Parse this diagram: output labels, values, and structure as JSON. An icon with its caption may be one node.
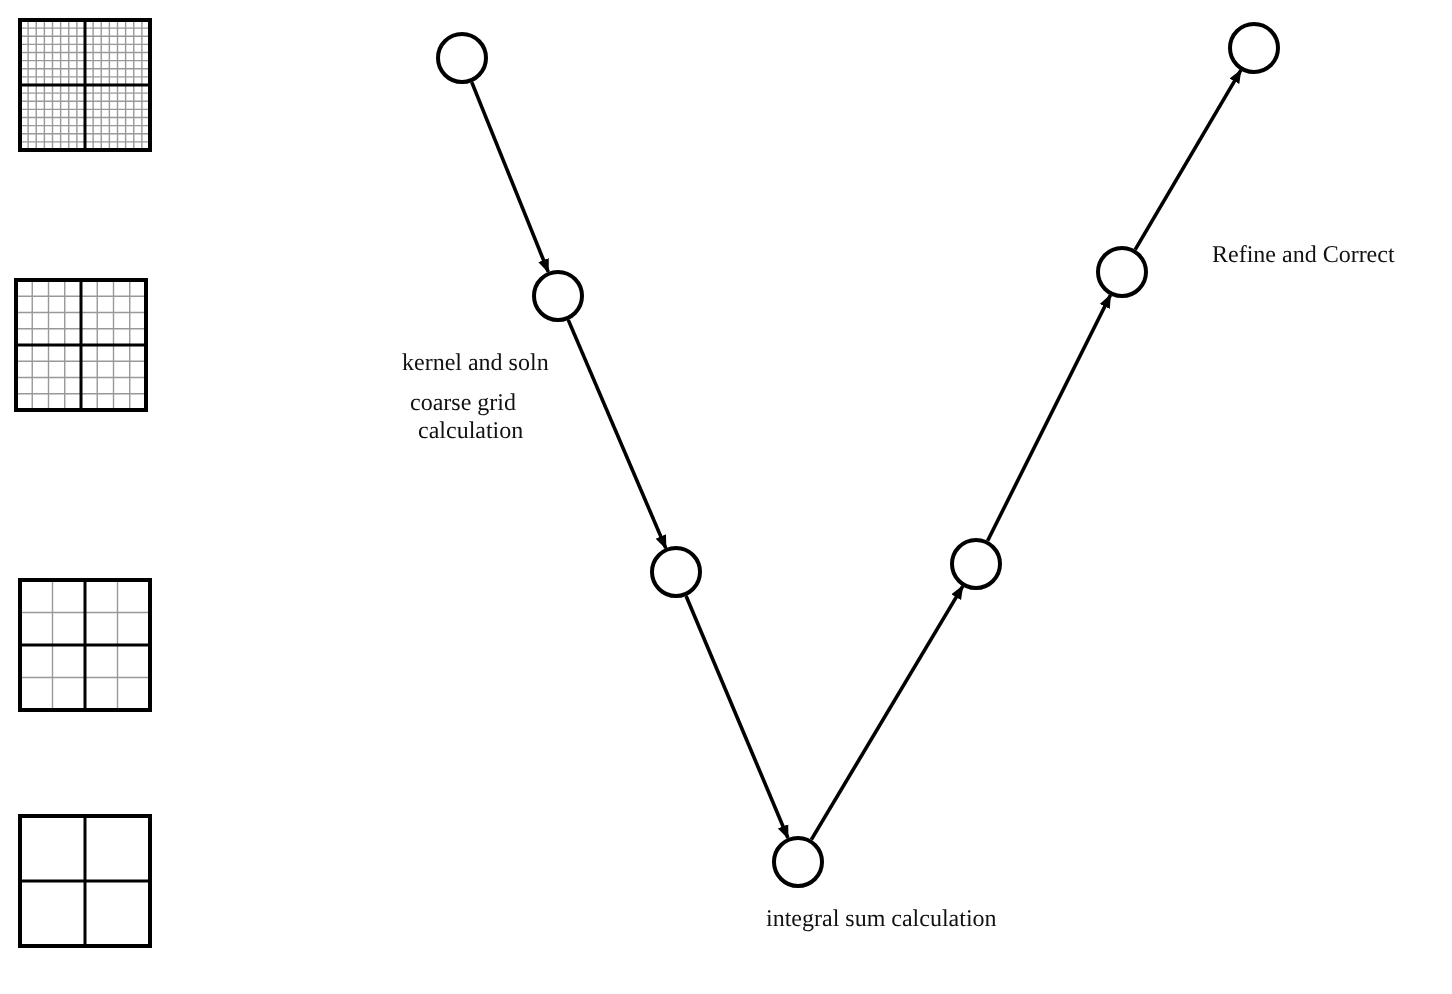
{
  "diagram": {
    "nodes": [
      {
        "text": [],
        "shape": "circle"
      },
      {
        "text": [],
        "shape": "circle",
        "beside": [
          "kernel and soln",
          "coarse grid calculation"
        ]
      },
      {
        "text": [],
        "shape": "circle"
      },
      {
        "text": [],
        "shape": "circle",
        "beside": [
          "integral sum calculation"
        ]
      },
      {
        "text": [],
        "shape": "circle"
      },
      {
        "text": [],
        "shape": "circle"
      },
      {
        "text": [],
        "shape": "circle"
      }
    ],
    "edges": [
      {
        "from": 0,
        "to": 1,
        "arrow": "to"
      },
      {
        "from": 1,
        "to": 2,
        "arrow": "to"
      },
      {
        "from": 2,
        "to": 3,
        "arrow": "to"
      },
      {
        "from": 3,
        "to": 4,
        "arrow": "to"
      },
      {
        "from": 4,
        "to": 5,
        "arrow": "to"
      },
      {
        "from": 5,
        "to": 6,
        "arrow": "to"
      }
    ],
    "labels": [
      "Refine and Correct"
    ]
  }
}
